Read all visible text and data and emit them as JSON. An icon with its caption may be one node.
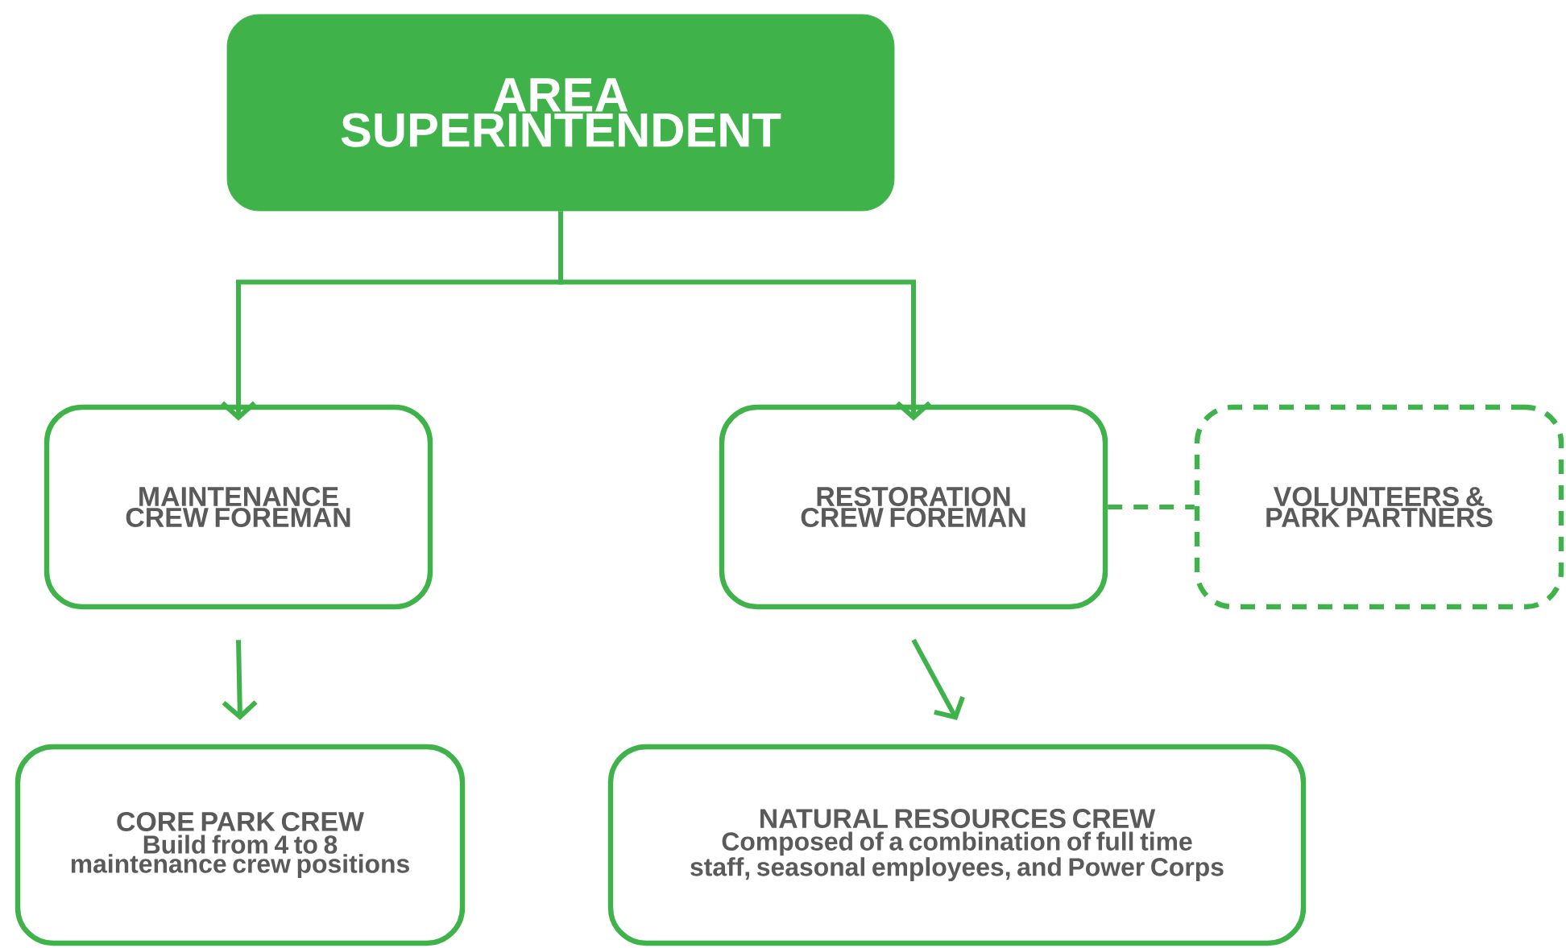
{
  "diagram": {
    "nodes": [
      {
        "text": [
          "AREA SUPERINTENDENT"
        ]
      },
      {
        "text": [
          "MAINTENANCE CREW FOREMAN"
        ]
      },
      {
        "text": [
          "RESTORATION CREW FOREMAN"
        ]
      },
      {
        "text": [
          "VOLUNTEERS & PARK PARTNERS"
        ]
      },
      {
        "text": [
          "CORE PARK CREW",
          "Build from 4 to 8 maintenance crew positions"
        ]
      },
      {
        "text": [
          "NATURAL RESOURCES CREW",
          "Composed of a combination of full time staff, seasonal employees, and Power Corps"
        ]
      }
    ],
    "edges": [
      {
        "from": 0,
        "to": 1,
        "arrow": "to"
      },
      {
        "from": 0,
        "to": 2,
        "arrow": "to"
      },
      {
        "from": 2,
        "to": 3,
        "arrow": "none",
        "style": "dashed"
      },
      {
        "from": 1,
        "to": 4,
        "arrow": "to"
      },
      {
        "from": 2,
        "to": 5,
        "arrow": "to"
      }
    ]
  }
}
